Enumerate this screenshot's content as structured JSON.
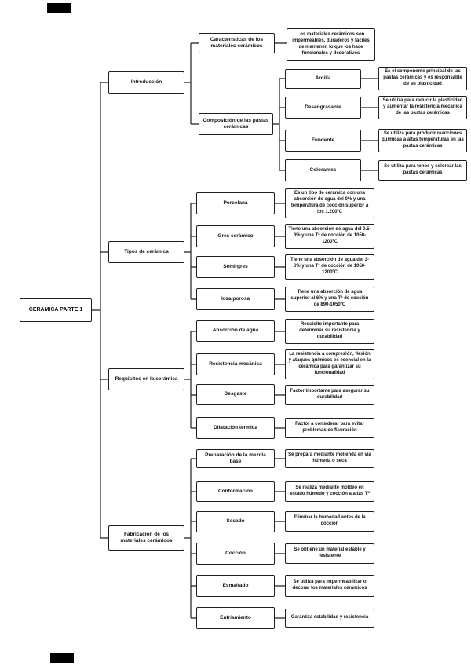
{
  "page": {
    "title": "CERÁMICA PARTE 1"
  },
  "colors": {
    "box_border": "#1f1f1f",
    "box_bg": "#ffffff",
    "line": "#1f1f1f",
    "redaction": "#000000",
    "canvas": "#ffffff"
  },
  "tree": {
    "root": {
      "label": "CERÁMICA PARTE 1"
    },
    "branches": [
      {
        "label": "Introducción",
        "children": [
          {
            "label": "Características de los materiales cerámicos",
            "description": "Los materiales cerámicos son impermeables, duraderos y fáciles de mantener, lo que los hace funcionales y decorativos"
          },
          {
            "label": "Composición de las pastas cerámicas",
            "children": [
              {
                "label": "Arcilla",
                "description": "Es el componente principal de las pastas cerámicas y es responsable de su plasticidad"
              },
              {
                "label": "Desengrasante",
                "description": "Se utiliza para reducir la plasticidad y aumentar la resistencia mecánica de las pastas cerámicas"
              },
              {
                "label": "Fundente",
                "description": "Se utiliza para producir reacciones químicas a altas temperaturas en las pastas cerámicas"
              },
              {
                "label": "Colorantes",
                "description": "Se utiliza para tonos y colorear las pastas cerámicas"
              }
            ]
          }
        ]
      },
      {
        "label": "Tipos de cerámica",
        "children": [
          {
            "label": "Porcelana",
            "description": "Es un tipo de cerámica con una absorción de agua del 0% y una temperatura de cocción superior a los 1.200ºC"
          },
          {
            "label": "Gres cerámico",
            "description": "Tiene una absorción de agua del 0.5-3% y una Tª de cocción de 1050-1200ºC"
          },
          {
            "label": "Semi-gres",
            "description": "Tiene una absorción de agua del 3-6% y una Tª de cocción de 1050-1200ºC"
          },
          {
            "label": "loza porosa",
            "description": "Tiene una absorción de agua superior al 6% y una Tª de cocción de 890-1050ºC"
          }
        ]
      },
      {
        "label": "Requisitos en la cerámica",
        "children": [
          {
            "label": "Absorción de agua",
            "description": "Requisito importante para determinar su resistencia y durabilidad"
          },
          {
            "label": "Resistencia mecánica",
            "description": "La resistencia a compresión, flexión y ataques químicos es esencial en la cerámica para garantizar su funcionalidad"
          },
          {
            "label": "Desgaste",
            "description": "Factor importante para asegurar su durabilidad"
          },
          {
            "label": "Dilatación térmica",
            "description": "Factor a considerar para evitar problemas de fisuración"
          }
        ]
      },
      {
        "label": "Fabricación de los materiales cerámicos",
        "children": [
          {
            "label": "Preparación de la mezcla base",
            "description": "Se prepara mediante molienda en vía húmeda o seca"
          },
          {
            "label": "Conformación",
            "description": "Se realiza mediante moldeo en estado húmedo y cocción a altas Tª"
          },
          {
            "label": "Secado",
            "description": "Eliminar la humedad antes de la cocción"
          },
          {
            "label": "Cocción",
            "description": "Se obtiene un material estable y resistente"
          },
          {
            "label": "Esmaltado",
            "description": "Se utiliza para impermeabilizar o decorar los materiales cerámicos"
          },
          {
            "label": "Enfriamiento",
            "description": "Garantiza estabilidad y resistencia"
          }
        ]
      }
    ]
  }
}
